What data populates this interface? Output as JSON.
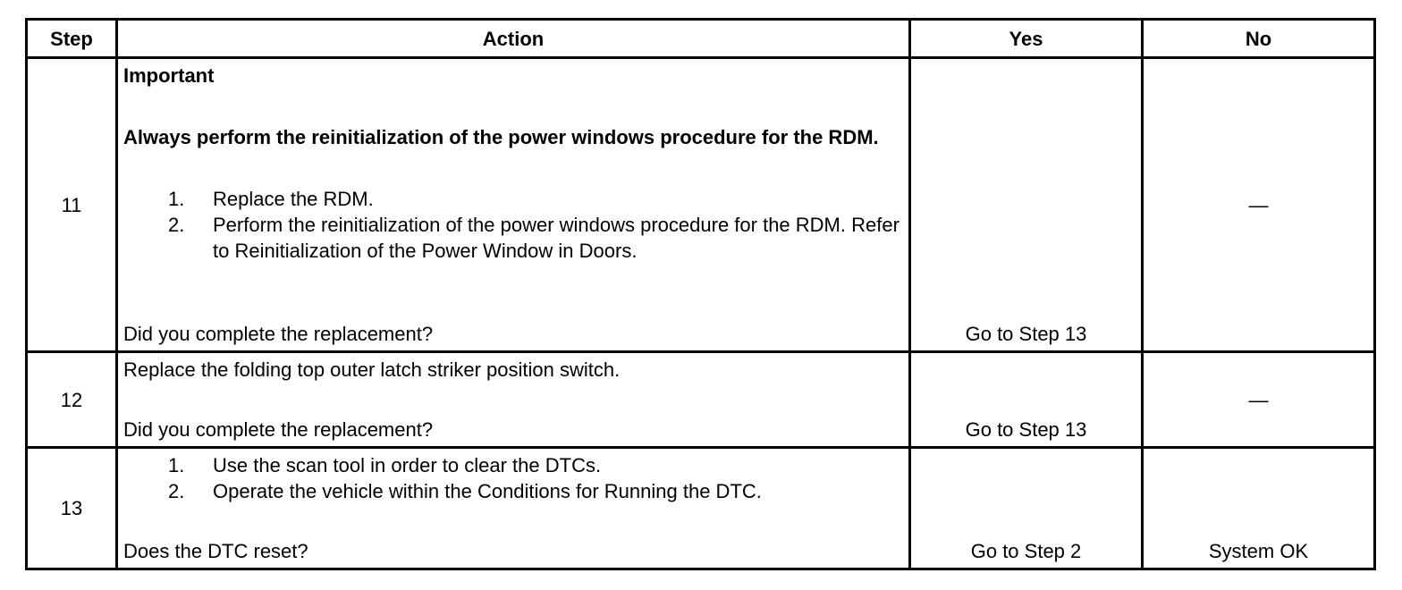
{
  "table": {
    "headers": {
      "step": "Step",
      "action": "Action",
      "yes": "Yes",
      "no": "No"
    },
    "rows": [
      {
        "step": "11",
        "important_label": "Important",
        "important_note": "Always perform the reinitialization of the power windows procedure for the RDM.",
        "items": [
          {
            "num": "1.",
            "text": "Replace the RDM."
          },
          {
            "num": "2.",
            "text": "Perform the reinitialization of the power windows procedure for the RDM. Refer to Reinitialization of the Power Window in Doors."
          }
        ],
        "question": "Did you complete the replacement?",
        "yes": "Go to Step 13",
        "no": "—"
      },
      {
        "step": "12",
        "action_text": "Replace the folding top outer latch striker position switch.",
        "question": "Did you complete the replacement?",
        "yes": "Go to Step 13",
        "no": "—"
      },
      {
        "step": "13",
        "items": [
          {
            "num": "1.",
            "text": "Use the scan tool in order to clear the DTCs."
          },
          {
            "num": "2.",
            "text": "Operate the vehicle within the Conditions for Running the DTC."
          }
        ],
        "question": "Does the DTC reset?",
        "yes": "Go to Step 2",
        "no": "System OK"
      }
    ]
  }
}
